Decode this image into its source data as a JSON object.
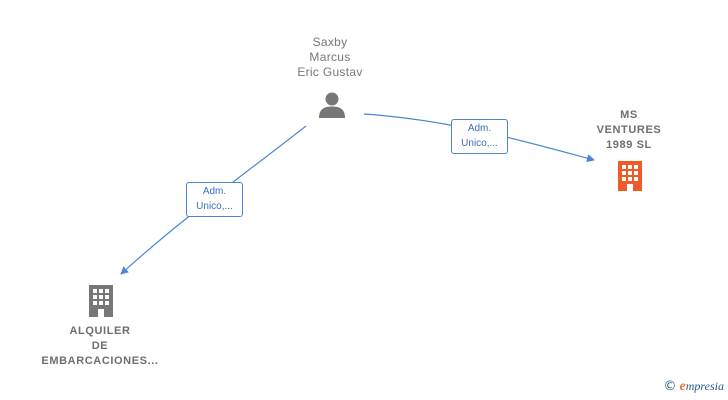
{
  "nodes": {
    "person": {
      "lines": [
        "Saxby",
        "Marcus",
        "Eric Gustav"
      ],
      "icon": "person-icon",
      "color": "#777777"
    },
    "company_ms": {
      "lines": [
        "MS",
        "VENTURES",
        "1989  SL"
      ],
      "icon": "building-icon",
      "color": "#f05a28"
    },
    "company_alquiler": {
      "lines": [
        "ALQUILER",
        "DE",
        "EMBARCACIONES..."
      ],
      "icon": "building-icon",
      "color": "#777777"
    }
  },
  "edges": [
    {
      "from": "person",
      "to": "company_ms",
      "label": [
        "Adm.",
        "Unico,..."
      ]
    },
    {
      "from": "person",
      "to": "company_alquiler",
      "label": [
        "Adm.",
        "Unico,..."
      ]
    }
  ],
  "footer": {
    "copyright": "©",
    "brand_initial": "e",
    "brand_rest": "mpresia"
  },
  "colors": {
    "edge": "#4a86d4",
    "accent": "#f05a28",
    "neutral": "#777777"
  }
}
